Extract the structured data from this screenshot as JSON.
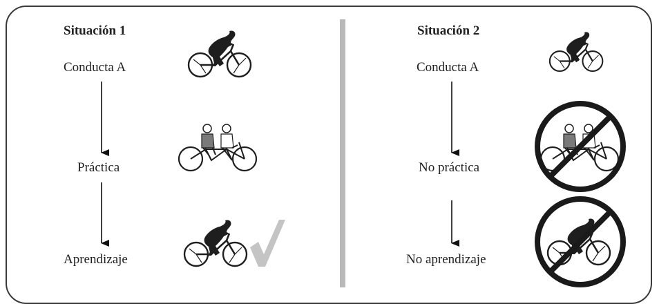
{
  "left": {
    "title": "Situación 1",
    "steps": [
      "Conducta A",
      "Práctica",
      "Aprendizaje"
    ]
  },
  "right": {
    "title": "Situación 2",
    "steps": [
      "Conducta A",
      "No práctica",
      "No aprendizaje"
    ]
  },
  "icons": {
    "left": [
      "cyclist-icon",
      "tandem-bicycle-icon",
      "cyclist-icon",
      "checkmark-icon"
    ],
    "right": [
      "cyclist-icon",
      "prohibited-tandem-bicycle-icon",
      "prohibited-cyclist-icon"
    ]
  },
  "colors": {
    "divider": "#b9b9b9",
    "checkmark": "#c4c4c4",
    "silhouette": "#1e1e1e"
  }
}
